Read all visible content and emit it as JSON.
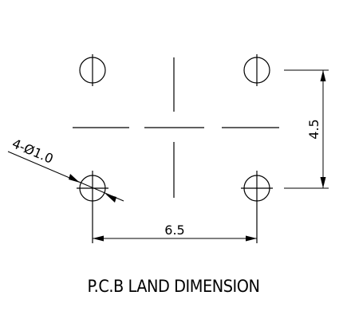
{
  "drawing": {
    "hole_callout": "4-Ø1.0",
    "dim_horizontal": "6.5",
    "dim_vertical": "4.5"
  },
  "caption": "P.C.B LAND DIMENSION"
}
